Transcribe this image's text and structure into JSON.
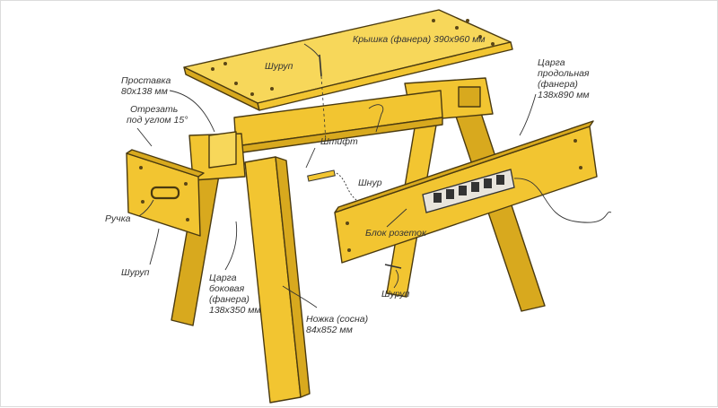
{
  "colors": {
    "wood": "#f2c531",
    "wood_shadow": "#d8a91e",
    "outline": "#4a3a10",
    "cord": "#333333",
    "outlet_block": "#e8e4dc"
  },
  "labels": {
    "top": "Крышка (фанера) 390х960 мм",
    "top_screw": "Шуруп",
    "spacer_title": "Проставка",
    "spacer_size": "80х138 мм",
    "cut_line1": "Отрезать",
    "cut_line2": "под углом 15°",
    "pin": "Штифт",
    "cord": "Шнур",
    "long_rail_line1": "Царга",
    "long_rail_line2": "продольная",
    "long_rail_line3": "(фанера)",
    "long_rail_size": "138х890 мм",
    "handle": "Ручка",
    "left_screw": "Шуруп",
    "side_rail_line1": "Царга",
    "side_rail_line2": "боковая",
    "side_rail_line3": "(фанера)",
    "side_rail_size": "138х350 мм",
    "outlets": "Блок розеток",
    "bottom_screw": "Шуруп",
    "leg_line1": "Ножка (сосна)",
    "leg_line2": "84х852 мм"
  }
}
